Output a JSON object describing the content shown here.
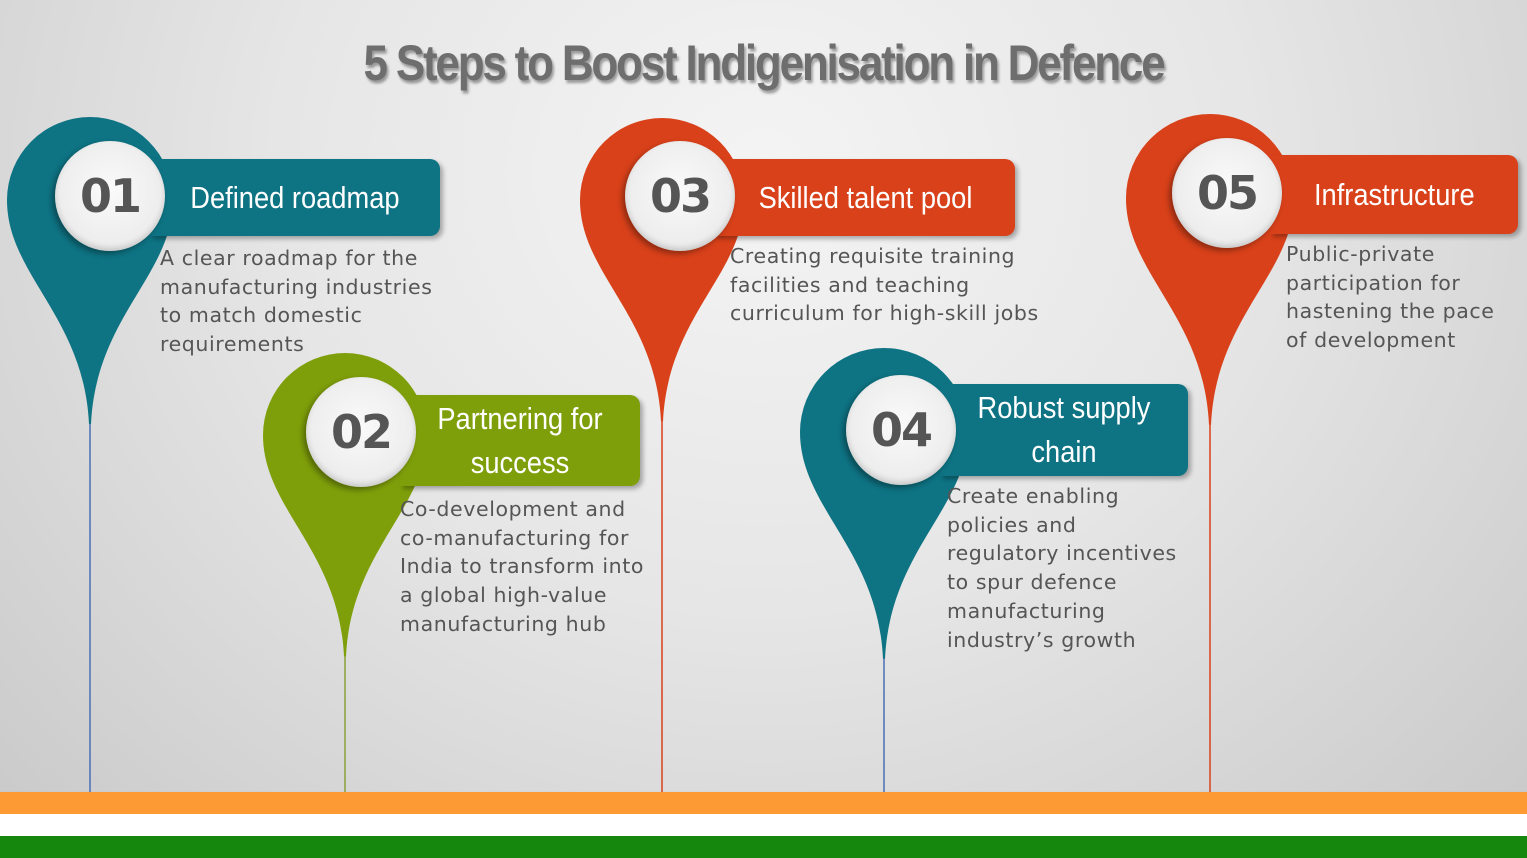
{
  "title": "5 Steps to Boost Indigenisation in Defence",
  "colors": {
    "teal": "#0e7383",
    "green": "#7f9f0a",
    "orange": "#d9411a",
    "saffron": "#fd9a33",
    "white": "#ffffff",
    "india_green": "#15870c"
  },
  "steps": [
    {
      "number": "01",
      "title": "Defined roadmap",
      "description": "A clear roadmap for the\nmanufacturing industries\nto match domestic\nrequirements",
      "color": "#0e7383"
    },
    {
      "number": "02",
      "title": "Partnering for success",
      "description": "Co-development and\nco-manufacturing for\nIndia to transform into\na global high-value\nmanufacturing hub",
      "color": "#7f9f0a"
    },
    {
      "number": "03",
      "title": "Skilled talent pool",
      "description": "Creating requisite training\nfacilities and teaching\ncurriculum for high-skill jobs",
      "color": "#d9411a"
    },
    {
      "number": "04",
      "title": "Robust supply chain",
      "description": "Create enabling\npolicies and\nregulatory incentives\nto spur defence\nmanufacturing\nindustry’s growth",
      "color": "#0e7383"
    },
    {
      "number": "05",
      "title": "Infrastructure",
      "description": "Public-private\nparticipation for\nhastening the pace\nof development",
      "color": "#d9411a"
    }
  ]
}
